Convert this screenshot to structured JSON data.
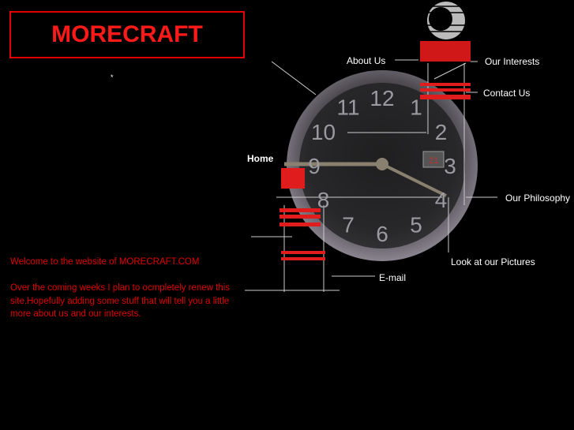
{
  "logo": {
    "text": "MORECRAFT",
    "color": "#ff1a1a"
  },
  "decor": {
    "star": "*"
  },
  "intro": {
    "welcome": "Welcome to the website of MORECRAFT.COM",
    "body": "Over the coming weeks I plan to ocmpletely renew this site.Hopefully adding some stuff that will tell you a little more about us and our interests."
  },
  "nav": {
    "home": "Home",
    "about": "About Us",
    "interests": "Our Interests",
    "contact": "Contact Us",
    "philosophy": "Our Philosophy",
    "pictures": "Look at our Pictures",
    "email": "E-mail"
  },
  "clock": {
    "numerals": [
      "12",
      "1",
      "2",
      "3",
      "4",
      "5",
      "6",
      "7",
      "8",
      "9",
      "10",
      "11"
    ],
    "date": "21"
  },
  "colors": {
    "background": "#000000",
    "accent": "#e00000",
    "nav_text": "#ffffff"
  }
}
